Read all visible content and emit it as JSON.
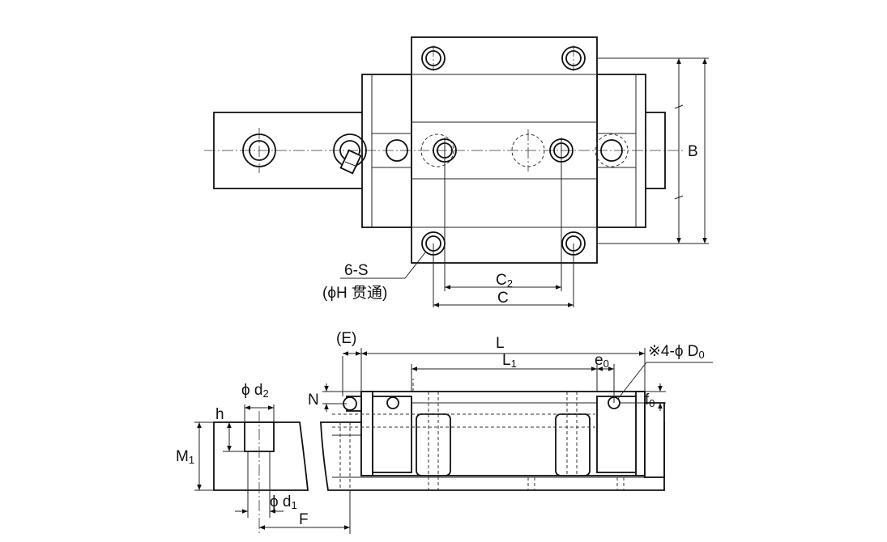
{
  "top_view": {
    "label_s": "6-S",
    "label_h": "(ϕH 贯通)",
    "label_b": "B",
    "label_c2": "C",
    "label_c2_sub": "2",
    "label_c": "C"
  },
  "side_view": {
    "label_e": "(E)",
    "label_l": "L",
    "label_l1": "L",
    "label_l1_sub": "1",
    "label_e0": "e",
    "label_e0_sub": "0",
    "label_d0_prefix": "※4-ϕ D",
    "label_d0_sub": "0",
    "label_n": "N",
    "label_f0": "f",
    "label_f0_sub": "0",
    "label_d2": "ϕ d",
    "label_d2_sub": "2",
    "label_h": "h",
    "label_m1": "M",
    "label_m1_sub": "1",
    "label_d1": "ϕ d",
    "label_d1_sub": "1",
    "label_f": "F"
  }
}
